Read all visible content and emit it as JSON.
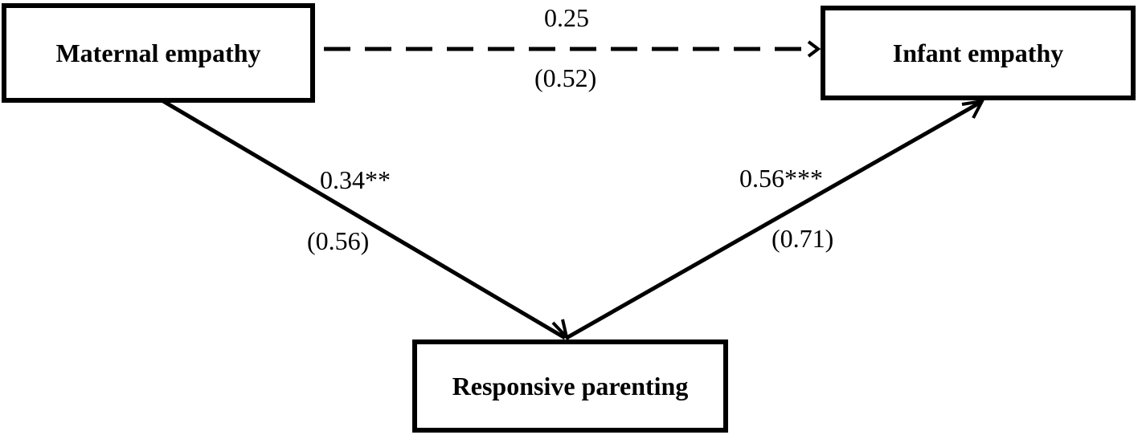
{
  "nodes": {
    "maternal": {
      "label": "Maternal empathy"
    },
    "infant": {
      "label": "Infant empathy"
    },
    "responsive": {
      "label": "Responsive parenting"
    }
  },
  "edges": {
    "direct": {
      "coefficient": "0.25",
      "se": "(0.52)",
      "style": "dashed"
    },
    "path_a": {
      "coefficient": "0.34**",
      "se": "(0.56)",
      "style": "solid"
    },
    "path_b": {
      "coefficient": "0.56***",
      "se": "(0.71)",
      "style": "solid"
    }
  },
  "colors": {
    "stroke": "#000000",
    "background": "#ffffff"
  }
}
